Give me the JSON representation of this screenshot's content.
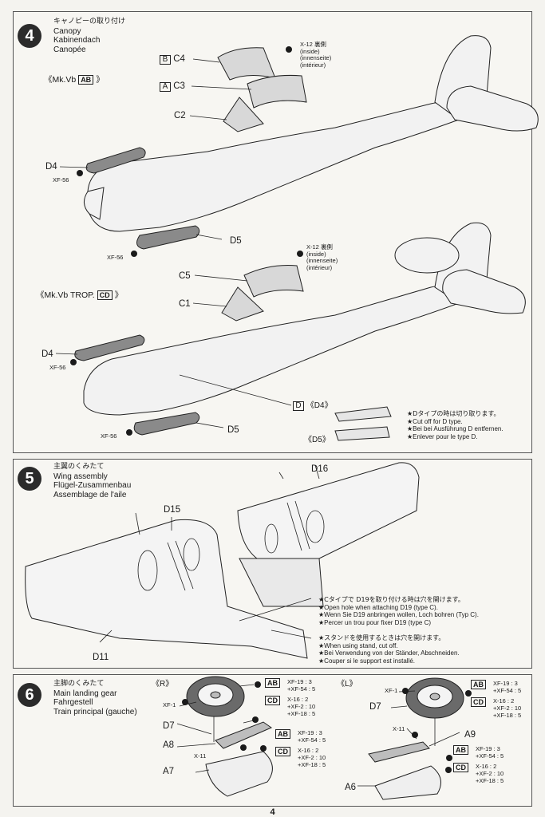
{
  "step4": {
    "number": "4",
    "title_jp": "キャノピーの取り付け",
    "title_en": "Canopy",
    "title_de": "Kabinendach",
    "title_fr": "Canopée",
    "variant_ab": "《Mk.Vb",
    "variant_ab_tags": "AB",
    "variant_cd": "《Mk.Vb TROP.",
    "variant_cd_tags": "CD",
    "paint_upper": {
      "code": "X-12",
      "jp": "裏側",
      "en": "(inside)",
      "de": "(innenseite)",
      "fr": "(intérieur)"
    },
    "paint_lower": {
      "code": "X-12",
      "jp": "裏側",
      "en": "(inside)",
      "de": "(innenseite)",
      "fr": "(intérieur)"
    },
    "parts": {
      "c4": "C4",
      "c4_tag": "B",
      "c3": "C3",
      "c3_tag": "A",
      "c2": "C2",
      "d4_top": "D4",
      "xf56_top": "XF-56",
      "d5_top": "D5",
      "xf56_d5_top": "XF-56",
      "c5": "C5",
      "c1": "C1",
      "d4_bottom": "D4",
      "xf56_bottom": "XF-56",
      "d5_bottom": "D5",
      "xf56_d5_bottom": "XF-56",
      "d_d4_tag": "D",
      "d_d4": "《D4》",
      "d_d5": "《D5》"
    },
    "cutoff_note": {
      "jp": "★Dタイプの時は切り取ります。",
      "en": "★Cut off for D type.",
      "de": "★Bei bei Ausführung D entfernen.",
      "fr": "★Enlever pour le type D."
    }
  },
  "step5": {
    "number": "5",
    "title_jp": "主翼のくみたて",
    "title_en": "Wing assembly",
    "title_de": "Flügel-Zusammenbau",
    "title_fr": "Assemblage de l'aile",
    "parts": {
      "d16": "D16",
      "d15": "D15",
      "d11": "D11"
    },
    "hole_note": {
      "jp": "★Cタイプで D19を取り付ける時は穴を開けます。",
      "en": "★Open hole when attaching D19 (type C).",
      "de": "★Wenn Sie D19 anbringen wollen, Loch bohren (Typ C).",
      "fr": "★Percer un trou pour fixer D19 (type C)"
    },
    "stand_note": {
      "jp": "★スタンドを使用するときは穴を開けます。",
      "en": "★When using stand, cut off.",
      "de": "★Bei Verwendung von der Ständer, Abschneiden.",
      "fr": "★Couper si le support est installé."
    }
  },
  "step6": {
    "number": "6",
    "title_jp": "主脚のくみたて",
    "title_en": "Main landing gear",
    "title_de": "Fahrgestell",
    "title_fr": "Train principal (gauche)",
    "right_label": "《R》",
    "left_label": "《L》",
    "right": {
      "xf1": "XF-1",
      "d7": "D7",
      "a8": "A8",
      "x11": "X-11",
      "a7": "A7",
      "ab_paint1": "XF-19 : 3\n+XF-54 : 5",
      "cd_paint1": "X-16 : 2\n+XF-2 : 10\n+XF-18 : 5",
      "ab_paint2": "XF-19 : 3\n+XF-54 : 5",
      "cd_paint2": "X-16 : 2\n+XF-2 : 10\n+XF-18 : 5"
    },
    "left": {
      "xf1": "XF-1",
      "d7": "D7",
      "a9": "A9",
      "x11": "X-11",
      "a6": "A6",
      "ab_paint1": "XF-19 : 3\n+XF-54 : 5",
      "cd_paint1": "X-16 : 2\n+XF-2 : 10\n+XF-18 : 5",
      "ab_paint2": "XF-19 : 3\n+XF-54 : 5",
      "cd_paint2": "X-16 : 2\n+XF-2 : 10\n+XF-18 : 5"
    }
  },
  "page_number": "4"
}
